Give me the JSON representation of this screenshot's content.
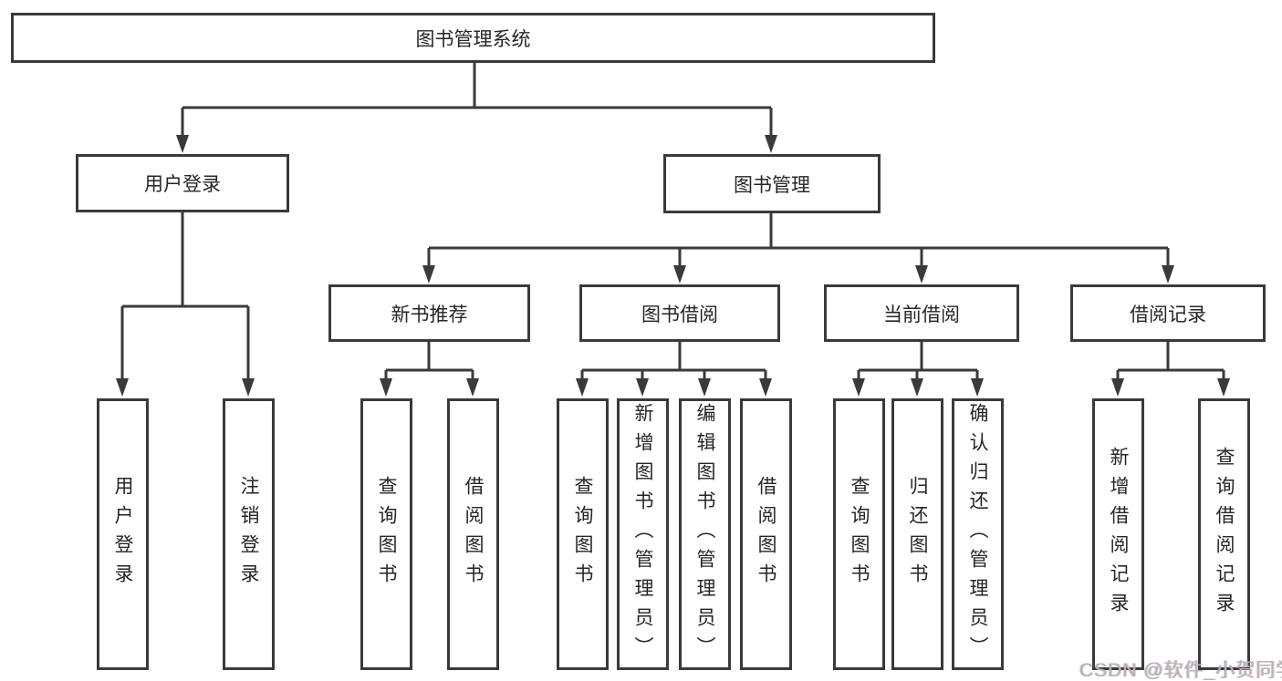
{
  "colors": {
    "line": "#3a3a3a",
    "text": "#262626",
    "background": "#ffffff",
    "watermark": "#b5b5b5"
  },
  "watermark": {
    "text": "CSDN @软件_小贺同学"
  },
  "tree": {
    "root": {
      "label": "图书管理系统"
    },
    "branches": [
      {
        "label": "用户登录",
        "children": [
          {
            "label": "用户登录"
          },
          {
            "label": "注销登录"
          }
        ]
      },
      {
        "label": "图书管理",
        "children": [
          {
            "label": "新书推荐",
            "children": [
              {
                "label": "查询图书"
              },
              {
                "label": "借阅图书"
              }
            ]
          },
          {
            "label": "图书借阅",
            "children": [
              {
                "label": "查询图书"
              },
              {
                "label": "新增图书（管理员）"
              },
              {
                "label": "编辑图书（管理员）"
              },
              {
                "label": "借阅图书"
              }
            ]
          },
          {
            "label": "当前借阅",
            "children": [
              {
                "label": "查询图书"
              },
              {
                "label": "归还图书"
              },
              {
                "label": "确认归还（管理员）"
              }
            ]
          },
          {
            "label": "借阅记录",
            "children": [
              {
                "label": "新增借阅记录"
              },
              {
                "label": "查询借阅记录"
              }
            ]
          }
        ]
      }
    ]
  }
}
